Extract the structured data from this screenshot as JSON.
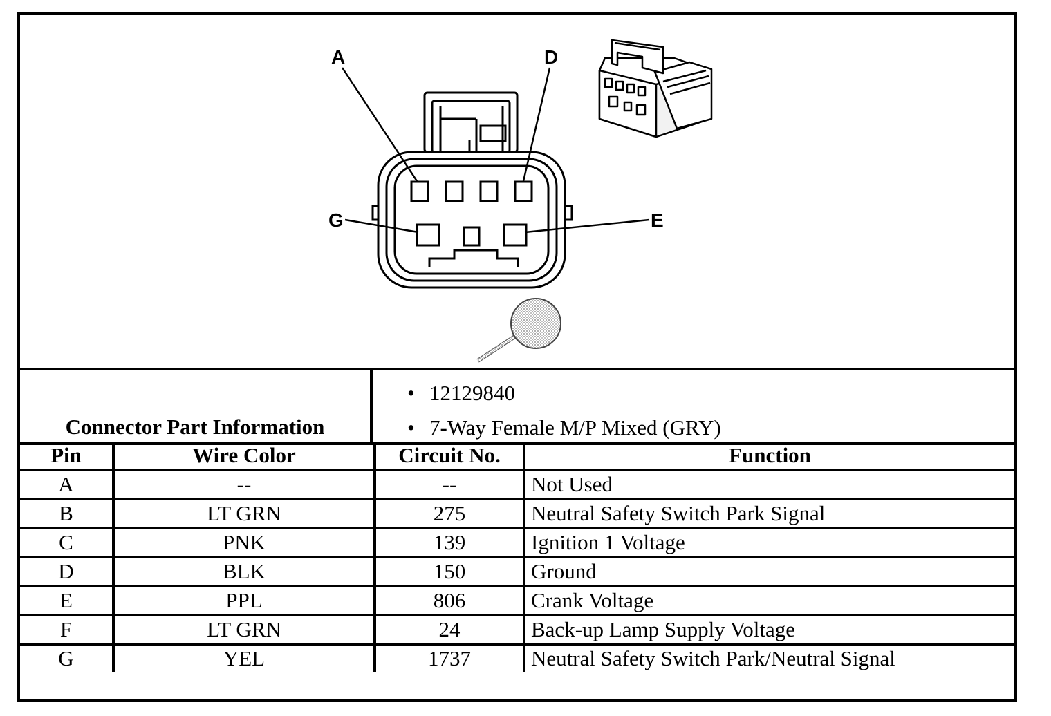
{
  "connector": {
    "pin_labels": [
      "A",
      "D",
      "G",
      "E"
    ]
  },
  "info": {
    "title": "Connector Part Information",
    "items": [
      "12129840",
      "7-Way Female M/P Mixed (GRY)"
    ]
  },
  "table": {
    "headers": [
      "Pin",
      "Wire Color",
      "Circuit No.",
      "Function"
    ],
    "rows": [
      [
        "A",
        "--",
        "--",
        "Not Used"
      ],
      [
        "B",
        "LT GRN",
        "275",
        "Neutral Safety Switch Park Signal"
      ],
      [
        "C",
        "PNK",
        "139",
        "Ignition 1 Voltage"
      ],
      [
        "D",
        "BLK",
        "150",
        "Ground"
      ],
      [
        "E",
        "PPL",
        "806",
        "Crank Voltage"
      ],
      [
        "F",
        "LT GRN",
        "24",
        "Back-up Lamp Supply Voltage"
      ],
      [
        "G",
        "YEL",
        "1737",
        "Neutral Safety Switch Park/Neutral Signal"
      ]
    ]
  }
}
